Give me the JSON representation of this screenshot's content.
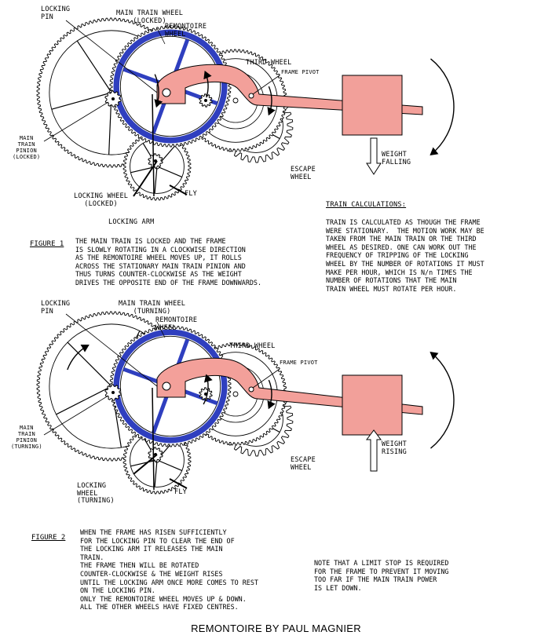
{
  "colors": {
    "remontoire": "#2f3fbf",
    "frame": "#f3a09a",
    "weight": "#f2a09a",
    "ink": "#000000"
  },
  "fig1": {
    "labels": {
      "locking_pin": "LOCKING\nPIN",
      "main_train_wheel": "MAIN TRAIN WHEEL\n(LOCKED)",
      "remontoire_wheel": "REMONTOIRE\nWHEEL",
      "third_wheel": "THIRD WHEEL",
      "frame_pivot": "FRAME PIVOT",
      "main_train_pinion": "MAIN\nTRAIN\nPINION\n(LOCKED)",
      "weight": "WEIGHT\nFALLING",
      "escape_wheel": "ESCAPE\nWHEEL",
      "fly": "FLY",
      "locking_wheel": "LOCKING WHEEL\n(LOCKED)",
      "locking_arm": "LOCKING ARM"
    },
    "caption_label": "FIGURE 1",
    "caption": "THE MAIN TRAIN IS LOCKED AND THE FRAME\nIS SLOWLY ROTATING IN A CLOCKWISE DIRECTION\nAS THE REMONTOIRE WHEEL MOVES UP, IT ROLLS\nACROSS THE STATIONARY MAIN TRAIN PINION AND\nTHUS TURNS COUNTER-CLOCKWISE AS THE WEIGHT\nDRIVES THE OPPOSITE END OF THE FRAME DOWNWARDS."
  },
  "train_calc": {
    "title": "TRAIN CALCULATIONS:",
    "body": "TRAIN IS CALCULATED AS THOUGH THE FRAME\nWERE STATIONARY.  THE MOTION WORK MAY BE\nTAKEN FROM THE MAIN TRAIN OR THE THIRD\nWHEEL AS DESIRED. ONE CAN WORK OUT THE\nFREQUENCY OF TRIPPING OF THE LOCKING\nWHEEL BY THE NUMBER OF ROTATIONS IT MUST\nMAKE PER HOUR, WHICH IS N/n TIMES THE\nNUMBER OF ROTATIONS THAT THE MAIN\nTRAIN WHEEL MUST ROTATE PER HOUR."
  },
  "fig2": {
    "labels": {
      "locking_pin": "LOCKING\nPIN",
      "main_train_wheel": "MAIN TRAIN WHEEL\n(TURNING)",
      "remontoire_wheel": "REMONTOIRE\nWHEEL",
      "third_wheel": "THIRD WHEEL",
      "frame_pivot": "FRAME PIVOT",
      "main_train_pinion": "MAIN\nTRAIN\nPINION\n(TURNING)",
      "weight": "WEIGHT\nRISING",
      "escape_wheel": "ESCAPE\nWHEEL",
      "fly": "FLY",
      "locking_wheel": "LOCKING\nWHEEL\n(TURNING)"
    },
    "caption_label": "FIGURE 2",
    "caption": "WHEN THE FRAME HAS RISEN SUFFICIENTLY\nFOR THE LOCKING PIN TO CLEAR THE END OF\nTHE LOCKING ARM IT RELEASES THE MAIN\nTRAIN.\nTHE FRAME THEN WILL BE ROTATED\nCOUNTER-CLOCKWISE & THE WEIGHT RISES\nUNTIL THE LOCKING ARM ONCE MORE COMES TO REST\nON THE LOCKING PIN.\nONLY THE REMONTOIRE WHEEL MOVES UP & DOWN.\nALL THE OTHER WHEELS HAVE FIXED CENTRES."
  },
  "note": "NOTE THAT A LIMIT STOP IS REQUIRED\nFOR THE FRAME TO PREVENT IT MOVING\nTOO FAR IF THE MAIN TRAIN POWER\nIS LET DOWN.",
  "footer_title": "REMONTOIRE BY PAUL MAGNIER"
}
